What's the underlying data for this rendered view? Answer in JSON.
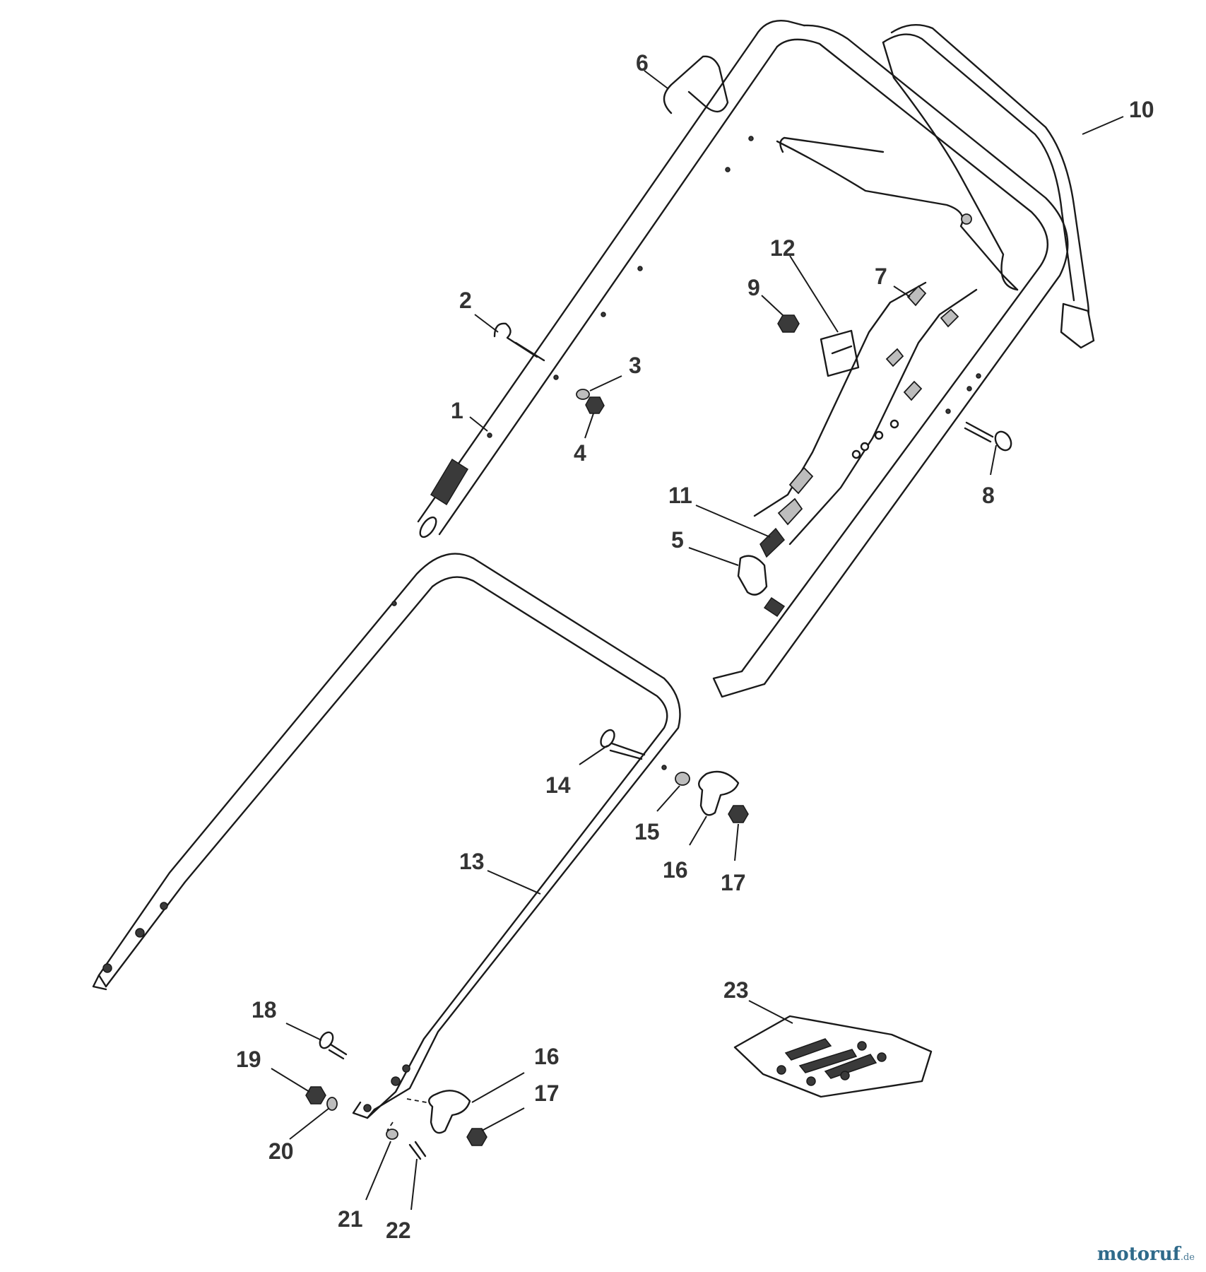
{
  "diagram": {
    "callouts": [
      "1",
      "2",
      "3",
      "4",
      "5",
      "6",
      "7",
      "8",
      "9",
      "10",
      "11",
      "12",
      "13",
      "14",
      "15",
      "16",
      "17",
      "18",
      "19",
      "20",
      "21",
      "22",
      "23",
      "16",
      "17"
    ]
  },
  "watermark": {
    "text": "motoruf",
    "domain": ".de"
  }
}
